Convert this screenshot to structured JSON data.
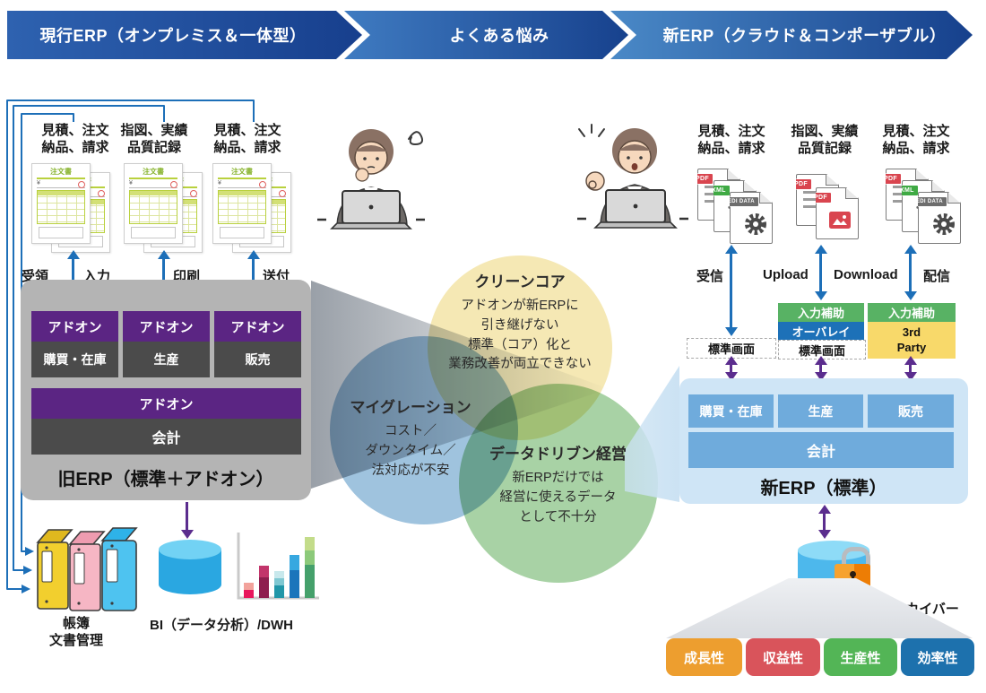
{
  "header": {
    "stages": [
      {
        "label": "現行ERP（オンプレミス＆一体型）"
      },
      {
        "label": "よくある悩み"
      },
      {
        "label": "新ERP（クラウド＆コンポーザブル）"
      }
    ]
  },
  "colors": {
    "arrow_blue": "#1D6FB8",
    "arrow_purple": "#5B2D8E",
    "addon_purple": "#5B2583",
    "legacy_module_gray": "#4B4B4B",
    "legacy_box_gray": "#B4B4B4",
    "modern_box_blue": "#CFE5F6",
    "modern_module_blue": "#6FABDC"
  },
  "legacy": {
    "doc_title": "注文書",
    "doc_stacks": [
      {
        "lines": [
          "見積、注文",
          "納品、請求"
        ]
      },
      {
        "lines": [
          "指図、実績",
          "品質記録"
        ]
      },
      {
        "lines": [
          "見積、注文",
          "納品、請求"
        ]
      }
    ],
    "flow_labels": [
      "受領",
      "入力",
      "印刷",
      "送付"
    ],
    "erp_box": {
      "modules": [
        {
          "addon": "アドオン",
          "name": "購買・在庫"
        },
        {
          "addon": "アドオン",
          "name": "生産"
        },
        {
          "addon": "アドオン",
          "name": "販売"
        }
      ],
      "wide_addon": "アドオン",
      "accounting": "会計",
      "title": "旧ERP（標準＋アドオン）"
    },
    "archive": {
      "lines": [
        "帳簿",
        "文書管理"
      ]
    },
    "bi": {
      "label": "BI（データ分析）/DWH"
    }
  },
  "concerns": {
    "venn": [
      {
        "title": "クリーンコア",
        "lines": [
          "アドオンが新ERPに",
          "引き継げない",
          "標準（コア）化と",
          "業務改善が両立できない"
        ],
        "color": "#F5E8B4"
      },
      {
        "title": "マイグレーション",
        "lines": [
          "コスト／",
          "ダウンタイム／",
          "法対応が不安"
        ],
        "color": "#9FC3DE"
      },
      {
        "title": "データドリブン経営",
        "lines": [
          "新ERPだけでは",
          "経営に使えるデータ",
          "として不十分"
        ],
        "color": "#A8D2A5"
      }
    ]
  },
  "modern": {
    "code_glyph": "</>",
    "doc_stacks": [
      {
        "lines": [
          "見積、注文",
          "納品、請求"
        ],
        "badges": [
          {
            "text": "PDF",
            "color": "#D9454F"
          },
          {
            "text": "XML",
            "color": "#3FAA44"
          },
          {
            "text": "EDI DATA",
            "color": "#6D6D6D"
          }
        ]
      },
      {
        "lines": [
          "指図、実績",
          "品質記録"
        ],
        "badges": [
          {
            "text": "PDF",
            "color": "#D9454F"
          },
          {
            "text": "PDF",
            "color": "#D9454F"
          }
        ]
      },
      {
        "lines": [
          "見積、注文",
          "納品、請求"
        ],
        "badges": [
          {
            "text": "PDF",
            "color": "#D9454F"
          },
          {
            "text": "XML",
            "color": "#3FAA44"
          },
          {
            "text": "EDI DATA",
            "color": "#6D6D6D"
          }
        ]
      }
    ],
    "flow_labels": [
      "受信",
      "Upload",
      "Download",
      "配信"
    ],
    "screens": {
      "col1": {
        "standard": {
          "label": "標準画面"
        }
      },
      "col2": {
        "assist": {
          "label": "入力補助",
          "color": "#58B264"
        },
        "overlay": {
          "label": "オーバレイ",
          "color": "#1D71B8"
        },
        "standard": {
          "label": "標準画面"
        }
      },
      "col3": {
        "assist": {
          "label": "入力補助",
          "color": "#58B264"
        },
        "third_party": {
          "label": "3rd Party",
          "color": "#F8D96A"
        }
      }
    },
    "erp_box": {
      "modules": [
        {
          "name": "購買・在庫"
        },
        {
          "name": "生産"
        },
        {
          "name": "販売"
        }
      ],
      "accounting": "会計",
      "title": "新ERP（標準）"
    },
    "archiver": {
      "label": "統合データアーカイバー"
    },
    "kpis": [
      {
        "label": "成長性",
        "color": "#ED9E2F"
      },
      {
        "label": "収益性",
        "color": "#D9545B"
      },
      {
        "label": "生産性",
        "color": "#53B556"
      },
      {
        "label": "効率性",
        "color": "#1D71AD"
      }
    ]
  }
}
